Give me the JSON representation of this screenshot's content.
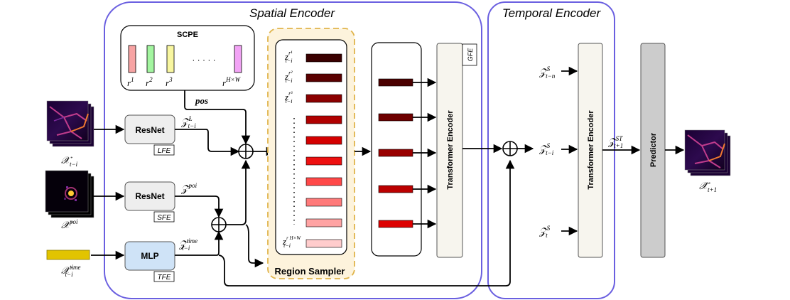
{
  "encoders": {
    "spatial_title": "Spatial Encoder",
    "temporal_title": "Temporal Encoder"
  },
  "scpe": {
    "title": "SCPE",
    "dots": "· · · · ·",
    "r1": "r",
    "r1_sup": "1",
    "r2": "r",
    "r2_sup": "2",
    "r3": "r",
    "r3_sup": "3",
    "rn": "r",
    "rn_sup": "H×W",
    "pos_label": "pos"
  },
  "modules": {
    "resnet_l": "ResNet",
    "resnet_l_tag": "LFE",
    "resnet_p": "ResNet",
    "resnet_p_tag": "SFE",
    "mlp": "MLP",
    "mlp_tag": "TFE",
    "region_sampler": "Region Sampler",
    "transformer_s": "Transformer Encoder",
    "gfe_tag": "GFE",
    "transformer_t": "Transformer Encoder",
    "predictor": "Predictor"
  },
  "inputs": {
    "x_t": "𝒳",
    "x_t_sub": "t−i",
    "x_poi": "𝒳",
    "x_poi_sup": "poi",
    "x_time": "𝒳",
    "x_time_sup": "time",
    "x_time_sub": "t−i",
    "output": "𝒳̂",
    "output_sub": "t+1"
  },
  "embeddings": {
    "z_l": "𝒵",
    "z_l_sup": "L",
    "z_l_sub": "t−i",
    "z_poi": "𝒵",
    "z_poi_sup": "poi",
    "z_time": "𝒵",
    "z_time_sup": "time",
    "z_time_sub": "t−i",
    "zr1": "z",
    "zr1_sup": "r¹",
    "zr1_sub": "t−i",
    "zr2": "z",
    "zr2_sup": "r²",
    "zr2_sub": "t−i",
    "zr3": "z",
    "zr3_sup": "r³",
    "zr3_sub": "t−i",
    "zrn": "z",
    "zrn_sup": "r H×W",
    "zrn_sub": "t−i",
    "zs_n": "𝒵",
    "zs_n_sup": "S",
    "zs_n_sub": "t−n",
    "zs_i": "𝒵",
    "zs_i_sup": "S",
    "zs_i_sub": "t−i",
    "zs_t": "𝒵",
    "zs_t_sup": "S",
    "zs_t_sub": "t",
    "zst": "𝒵",
    "zst_sup": "ST",
    "zst_sub": "t+1"
  },
  "colors": {
    "encoder_border": "#6a5fe0",
    "region_fill": "#fdf3dc",
    "region_border": "#e0b44a",
    "resnet_fill": "#eeeeee",
    "mlp_fill": "#cfe3f7",
    "transformer_fill": "#f7f5ee",
    "predictor_fill": "#cccccc",
    "time_bar": "#e2c400",
    "scpe_bars": [
      "#f7a3a3",
      "#a3f5a0",
      "#f8f6a0",
      "#f2a3f5"
    ],
    "region_bars": [
      "#3a0000",
      "#5a0000",
      "#8b0000",
      "#b00000",
      "#d40000",
      "#ee1010",
      "#ff4848",
      "#ff7a7a",
      "#ffa3a3",
      "#ffcccc"
    ],
    "gfe_bars": [
      "#4a0000",
      "#6e0000",
      "#990000",
      "#bb0000",
      "#dd0000"
    ]
  },
  "icons": [
    "heatmap-icon",
    "poi-map-icon",
    "add-circle-icon"
  ]
}
